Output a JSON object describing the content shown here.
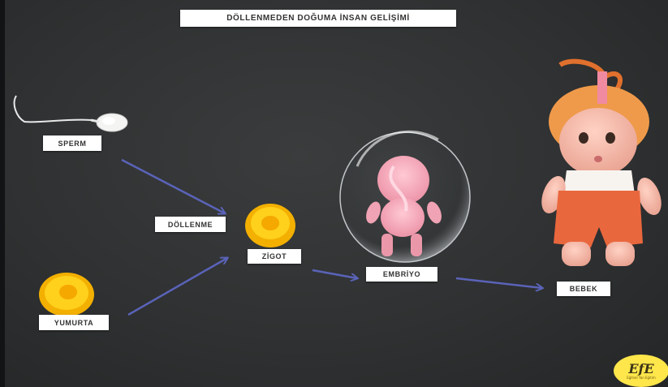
{
  "title": "DÖLLENMEDEN DOĞUMA İNSAN GELİŞİMİ",
  "labels": {
    "sperm": "SPERM",
    "dollenme": "DÖLLENME",
    "zigot": "ZİGOT",
    "embriyo": "EMBRİYO",
    "bebek": "BEBEK",
    "yumurta": "YUMURTA"
  },
  "logo": {
    "text": "EfE",
    "subtitle": "Eğitsel Yan Eğitim"
  },
  "colors": {
    "board": "#2f3132",
    "arrow": "#5a63b8",
    "egg_outer": "#f6b400",
    "egg_inner": "#ffd21a",
    "logo_bg": "#ffe64a"
  }
}
